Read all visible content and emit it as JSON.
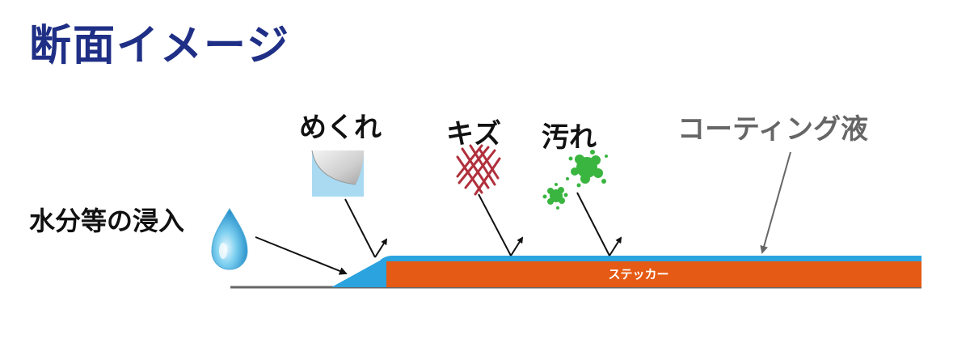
{
  "title": "断面イメージ",
  "labels": {
    "water": "水分等の浸入",
    "peel": "めくれ",
    "scratch": "キズ",
    "dirt": "汚れ",
    "coating": "コーティング液"
  },
  "sticker_label": "ステッカー",
  "icons": {
    "water": "water-drop-icon",
    "peel": "peeling-corner-icon",
    "scratch": "scratch-marks-icon",
    "dirt": "stain-splat-icon"
  },
  "colors": {
    "title": "#1f2f86",
    "sticker": "#e55a14",
    "coating": "#2aa3df",
    "scratch": "#b0303c",
    "dirt": "#3ab53f",
    "coating_label": "#666666"
  }
}
